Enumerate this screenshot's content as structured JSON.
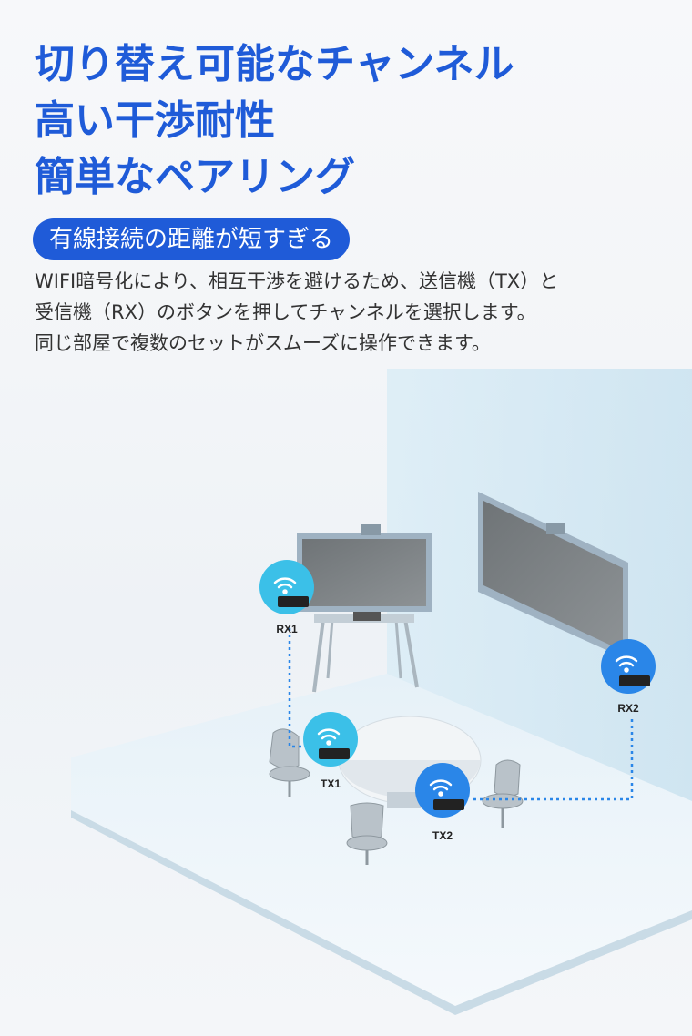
{
  "headline": {
    "line1": "切り替え可能なチャンネル",
    "line2": "高い干渉耐性",
    "line3": "簡単なペアリング"
  },
  "badge": "有線接続の距離が短すぎる",
  "description": {
    "line1": "WIFI暗号化により、相互干渉を避けるため、送信機（TX）と",
    "line2": "受信機（RX）のボタンを押してチャンネルを選択します。",
    "line3": "同じ部屋で複数のセットがスムーズに操作できます。"
  },
  "diagram": {
    "rx1": "RX1",
    "rx2": "RX2",
    "tx1": "TX1",
    "tx2": "TX2"
  },
  "colors": {
    "brand": "#1f5bd8",
    "rx_badge": "#3bc0e8",
    "tx_badge": "#2a86e8",
    "link_line": "#2a86e8"
  },
  "icons": [
    "wifi-lock-icon",
    "usb-dongle-icon"
  ]
}
